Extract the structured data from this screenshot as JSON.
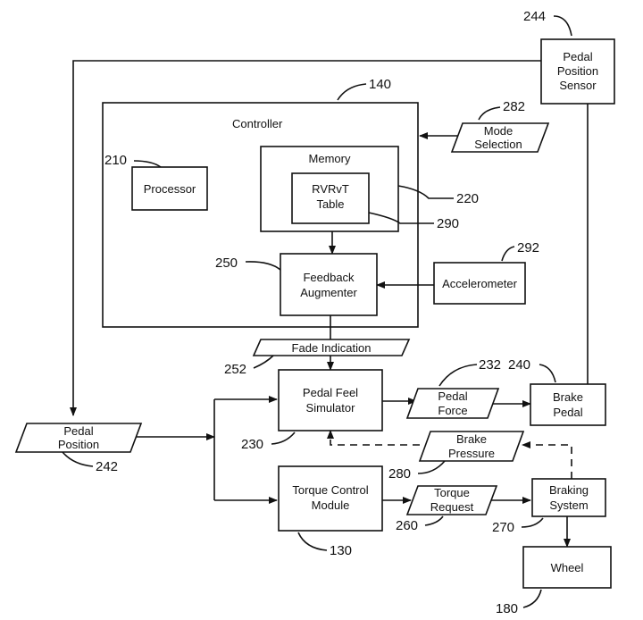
{
  "blocks": {
    "pedal_position_sensor": [
      "Pedal",
      "Position",
      "Sensor"
    ],
    "controller": "Controller",
    "mode_selection": [
      "Mode",
      "Selection"
    ],
    "processor": "Processor",
    "memory": "Memory",
    "rvrvt_table": [
      "RVRvT",
      "Table"
    ],
    "feedback_augmenter": [
      "Feedback",
      "Augmenter"
    ],
    "accelerometer": "Accelerometer",
    "fade_indication": "Fade Indication",
    "pedal_feel_simulator": [
      "Pedal Feel",
      "Simulator"
    ],
    "pedal_force": [
      "Pedal",
      "Force"
    ],
    "brake_pedal": [
      "Brake",
      "Pedal"
    ],
    "pedal_position": [
      "Pedal",
      "Position"
    ],
    "brake_pressure": [
      "Brake",
      "Pressure"
    ],
    "torque_control_module": [
      "Torque Control",
      "Module"
    ],
    "torque_request": [
      "Torque",
      "Request"
    ],
    "braking_system": [
      "Braking",
      "System"
    ],
    "wheel": "Wheel"
  },
  "refs": {
    "pedal_position_sensor": "244",
    "controller": "140",
    "mode_selection": "282",
    "processor": "210",
    "memory": "220",
    "rvrvt_table": "290",
    "accelerometer": "292",
    "feedback_augmenter": "250",
    "fade_indication": "252",
    "pedal_force": "232",
    "brake_pedal": "240",
    "pedal_position": "242",
    "pedal_feel_simulator": "230",
    "brake_pressure": "280",
    "torque_request": "260",
    "braking_system": "270",
    "torque_control_module": "130",
    "wheel": "180"
  }
}
